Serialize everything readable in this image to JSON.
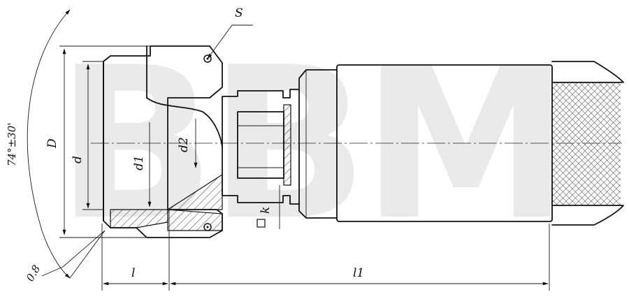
{
  "watermark": "ВВМ",
  "labels": {
    "S": "S",
    "D": "D",
    "d": "d",
    "d1": "d1",
    "d2": "d2",
    "k": "k",
    "l": "l",
    "l1": "l1",
    "angle": "74°±30'",
    "chamfer": "0.8"
  },
  "colors": {
    "ink": "#111111",
    "watermark": "#d9d9d9"
  }
}
